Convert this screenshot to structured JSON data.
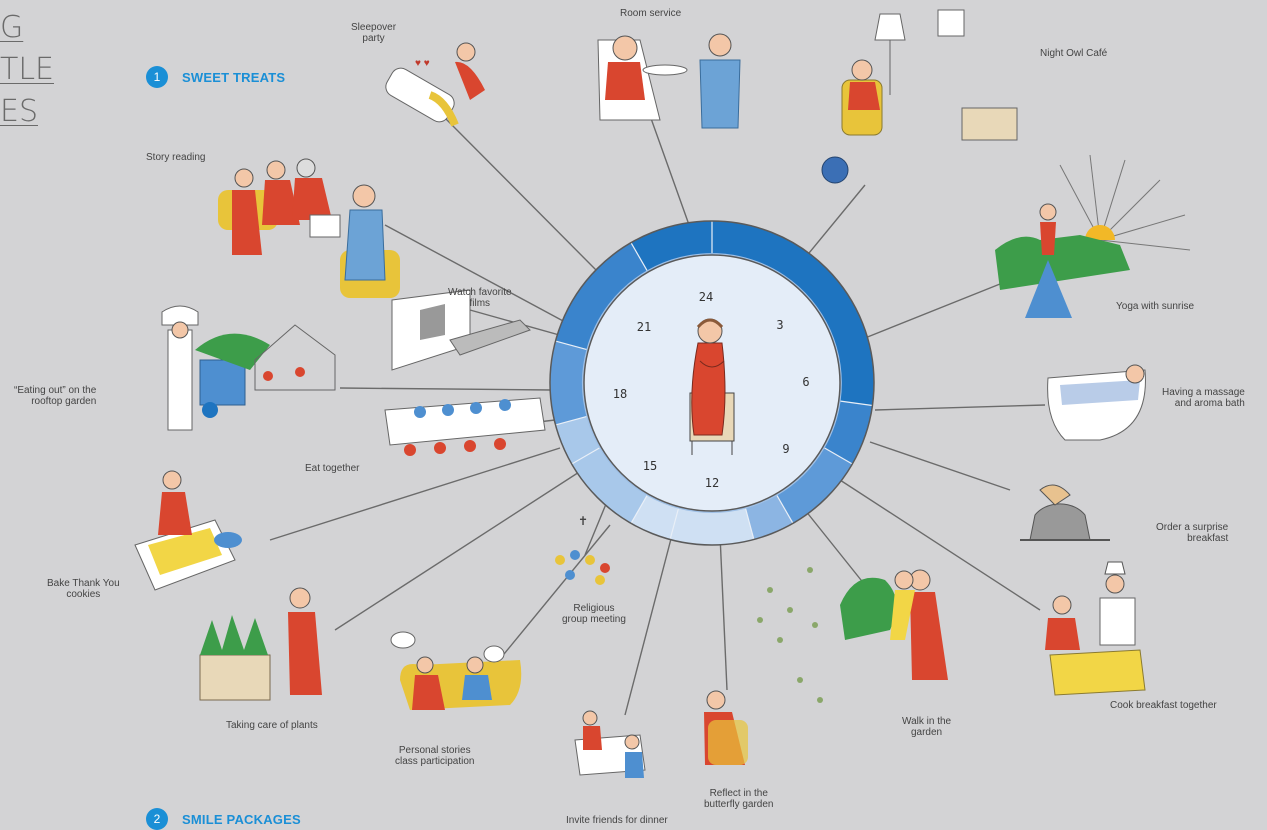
{
  "title_lines": [
    "G",
    "TLE",
    "ES"
  ],
  "sections": [
    {
      "number": "1",
      "label": "SWEET TREATS"
    },
    {
      "number": "2",
      "label": "SMILE PACKAGES"
    }
  ],
  "clock": {
    "hours": [
      "24",
      "3",
      "6",
      "9",
      "12",
      "15",
      "18",
      "21"
    ]
  },
  "activities": {
    "sleepover": "Sleepover\nparty",
    "room_service": "Room service",
    "night_owl": "Night Owl Café",
    "story_reading": "Story reading",
    "watch_films": "Watch favorite\nfilms",
    "yoga": "Yoga with sunrise",
    "eating_out": "“Eating out” on the\nrooftop garden",
    "massage": "Having a massage\nand aroma bath",
    "eat_together": "Eat together",
    "surprise_breakfast": "Order a surprise\nbreakfast",
    "bake_cookies": "Bake Thank You\ncookies",
    "religious": "Religious\ngroup meeting",
    "cook_breakfast": "Cook breakfast together",
    "plants": "Taking care of plants",
    "personal_stories": "Personal stories\nclass participation",
    "walk_garden": "Walk in the\ngarden",
    "reflect": "Reflect in the\nbutterfly garden",
    "invite_friends": "Invite friends for dinner"
  },
  "colors": {
    "accent": "#1a8fd6",
    "ring_dark": "#1e74c0",
    "ring_mid": "#4d93d4",
    "ring_light": "#a8c8ea",
    "ring_pale": "#cfe0f3",
    "dial": "#e4edf8",
    "figure_red": "#d9462f"
  }
}
